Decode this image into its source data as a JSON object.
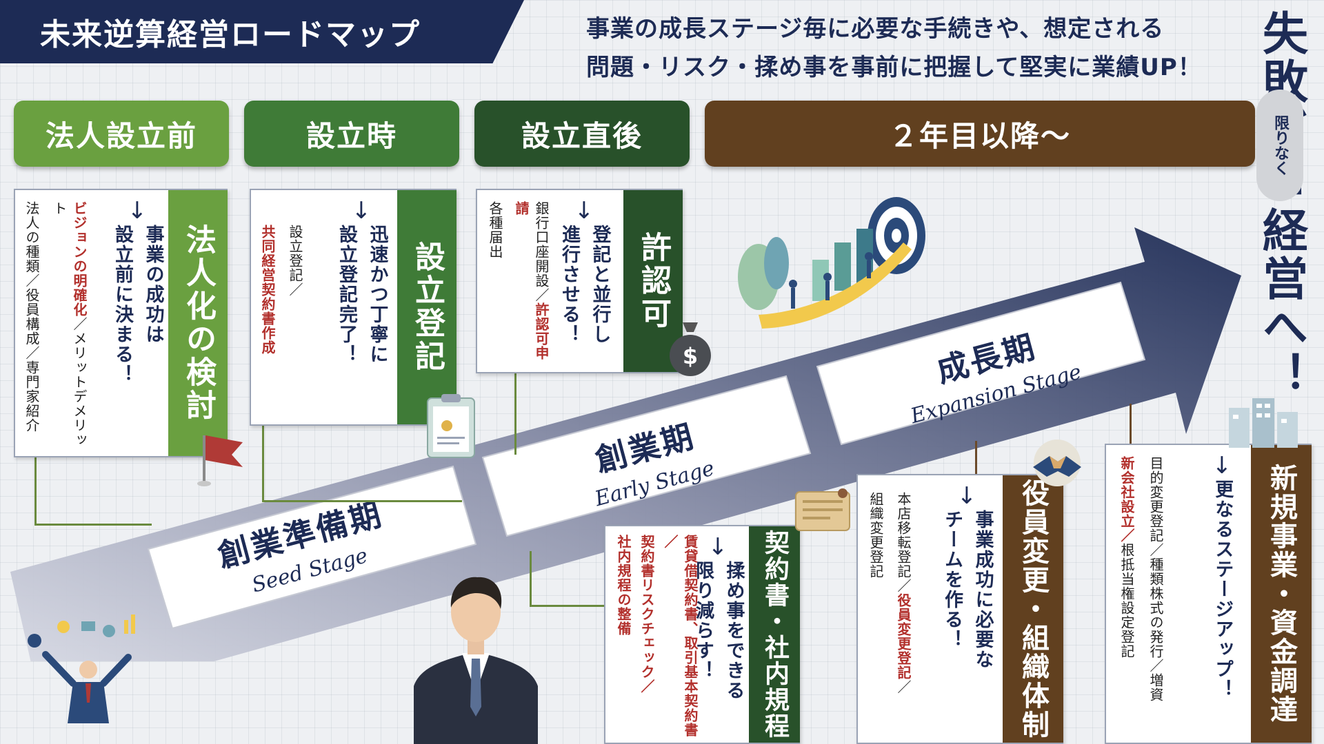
{
  "title": "未来逆算経営ロードマップ",
  "subtitle": [
    "事業の成長ステージ毎に必要な手続きや、想定される",
    "問題・リスク・揉め事を事前に把握して堅実に業績UP！"
  ],
  "stages": [
    {
      "label": "法人設立前",
      "color": "#6aa040"
    },
    {
      "label": "設立時",
      "color": "#3f7b37"
    },
    {
      "label": "設立直後",
      "color": "#28512a"
    },
    {
      "label": "２年目以降～",
      "color": "#61401f"
    }
  ],
  "phases": [
    {
      "title": "創業準備期",
      "en": "Seed Stage"
    },
    {
      "title": "創業期",
      "en": "Early Stage"
    },
    {
      "title": "成長期",
      "en": "Expansion Stage"
    }
  ],
  "cards": {
    "hojinka": {
      "tab": "法人化の検討",
      "main": [
        "事業の成功は",
        "設立前に決まる！"
      ],
      "red": "ビジョンの明確化",
      "red_rest": "／メリットデメリット",
      "black": "法人の種類／役員構成／専門家紹介"
    },
    "setsuritsu": {
      "tab": "設立登記",
      "main": [
        "迅速かつ丁寧に",
        "設立登記完了！"
      ],
      "black": "設立登記／",
      "red": "共同経営契約書作成"
    },
    "kyoninka": {
      "tab": "許認可",
      "main": [
        "登記と並行し",
        "進行させる！"
      ],
      "black": "銀行口座開設／",
      "red": "許認可申請",
      "black2": "各種届出"
    },
    "keiyaku": {
      "tab": "契約書・社内規程",
      "main": [
        "揉め事をできる",
        "限り減らす！"
      ],
      "red_lines": [
        "賃貸借契約書、取引基本契約書／",
        "契約書リスクチェック／",
        "社内規程の整備"
      ]
    },
    "yakuin": {
      "tab": "役員変更・組織体制",
      "main": [
        "事業成功に必要な",
        "チームを作る！"
      ],
      "black": "本店移転登記／",
      "red": "役員変更登記",
      "black_tail": "／",
      "black2": "組織変更登記"
    },
    "shinki": {
      "tab": "新規事業・資金調達",
      "main": [
        "更なるステージアップ！"
      ],
      "black": "目的変更登記／種類株式の発行／増資",
      "red": "新会社設立／",
      "black2": "根抵当権設定登記"
    }
  },
  "right": {
    "big1": "失敗ゼロ",
    "kagiri": "限りなく",
    "big2": "経営へ！"
  }
}
